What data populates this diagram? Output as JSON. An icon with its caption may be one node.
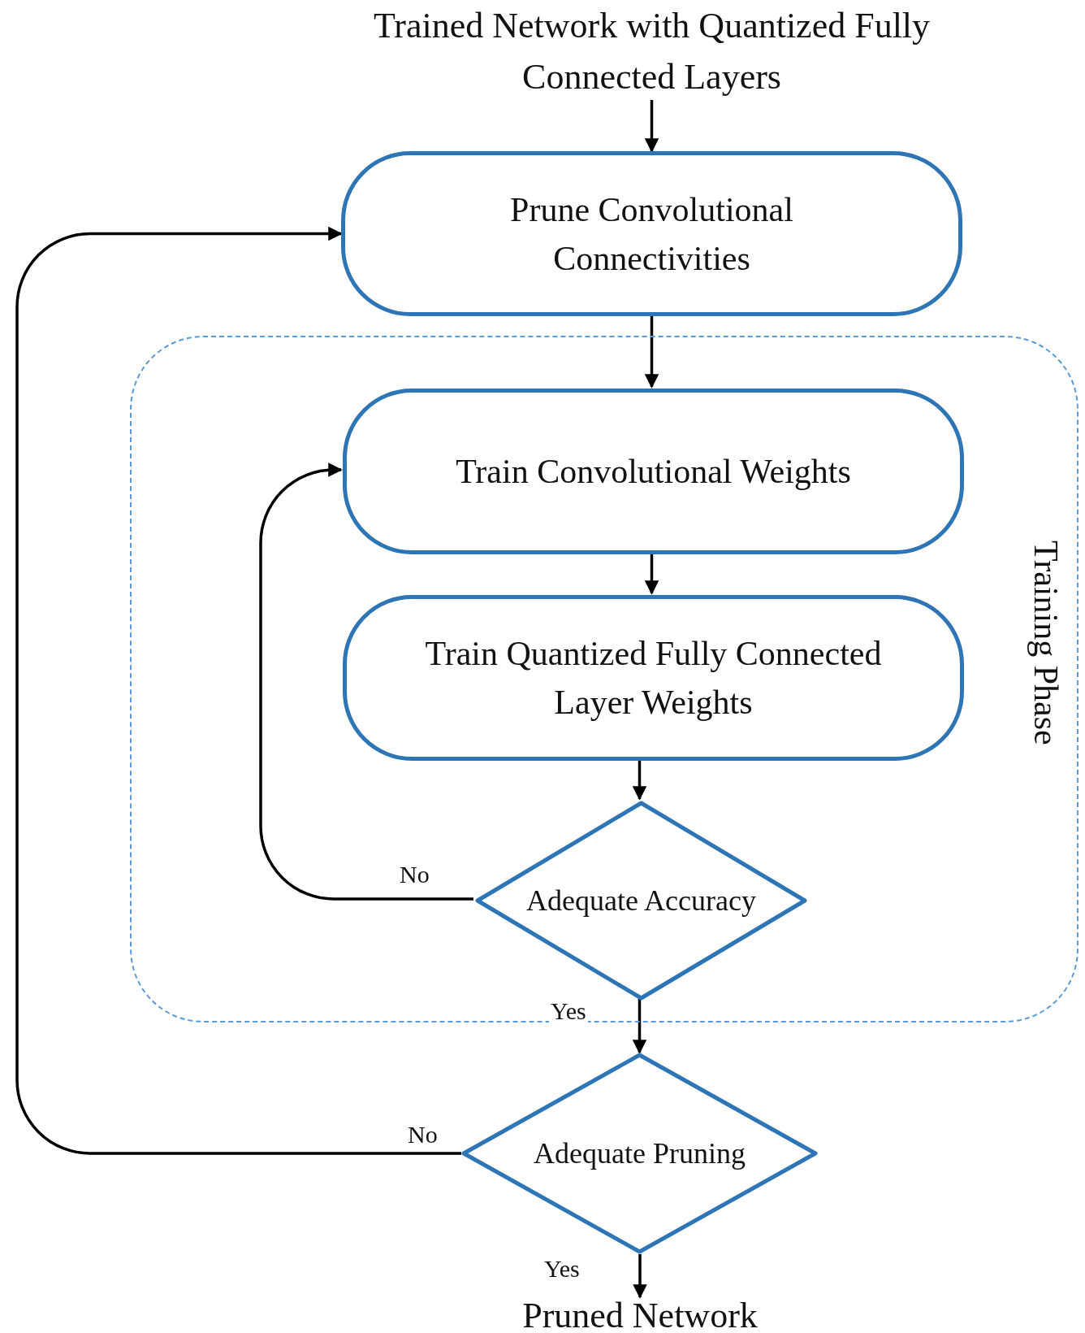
{
  "diagram": {
    "nodes": [
      {
        "text": [
          "Trained Network with Quantized Fully Connected Layers"
        ]
      },
      {
        "text": [
          "Prune Convolutional Connectivities"
        ]
      },
      {
        "text": [
          "Training Phase"
        ]
      },
      {
        "text": [
          "Train Convolutional Weights"
        ],
        "in": 2
      },
      {
        "text": [
          "Train Quantized Fully Connected Layer Weights"
        ],
        "in": 2
      },
      {
        "text": [
          "Adequate Accuracy"
        ],
        "in": 2
      },
      {
        "text": [
          "Adequate Pruning"
        ]
      },
      {
        "text": [
          "Pruned Network"
        ]
      }
    ],
    "edges": [
      {
        "from": 0,
        "to": 1,
        "arrow": "to"
      },
      {
        "from": 1,
        "to": 3,
        "arrow": "to"
      },
      {
        "from": 3,
        "to": 4,
        "arrow": "to"
      },
      {
        "from": 4,
        "to": 5,
        "arrow": "to"
      },
      {
        "from": 5,
        "to": 3,
        "arrow": "to",
        "label": "No"
      },
      {
        "from": 5,
        "to": 6,
        "arrow": "to",
        "label": "Yes"
      },
      {
        "from": 6,
        "to": 1,
        "arrow": "to",
        "label": "No"
      },
      {
        "from": 6,
        "to": 7,
        "arrow": "to",
        "label": "Yes"
      }
    ]
  }
}
